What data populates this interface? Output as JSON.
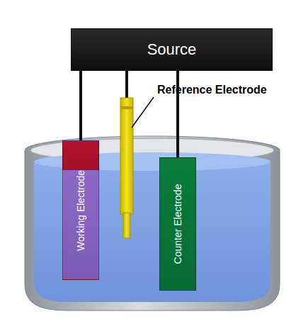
{
  "diagram": {
    "nodes": [
      {
        "text": [
          "Source"
        ]
      },
      {
        "text": [
          "Working Electrode"
        ]
      },
      {
        "text": [
          "Counter Electrode"
        ]
      }
    ],
    "edges": [
      {
        "from": 0,
        "to": 1,
        "arrow": "none"
      },
      {
        "from": 0,
        "to": 2,
        "arrow": "none"
      }
    ],
    "labels": [
      "Reference Electrode"
    ]
  }
}
